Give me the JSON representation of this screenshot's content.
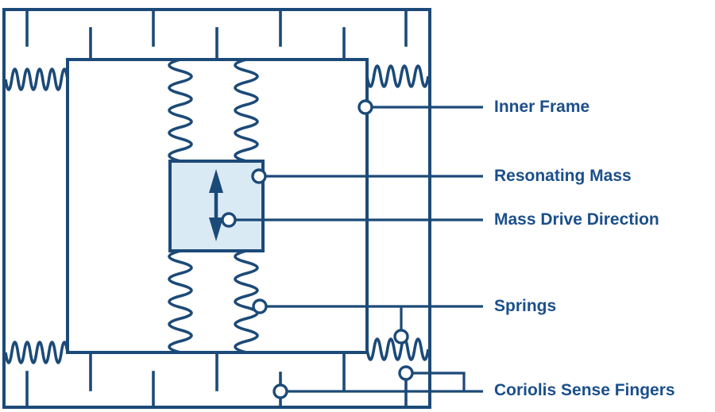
{
  "diagram": {
    "labels": [
      {
        "id": "inner-frame",
        "text": "Inner Frame"
      },
      {
        "id": "resonating-mass",
        "text": "Resonating Mass"
      },
      {
        "id": "mass-drive-direction",
        "text": "Mass Drive Direction"
      },
      {
        "id": "springs",
        "text": "Springs"
      },
      {
        "id": "coriolis-sense-fingers",
        "text": "Coriolis Sense Fingers"
      }
    ],
    "colors": {
      "line": "#1c4a78",
      "label_text": "#1b4f8a",
      "mass_fill": "#daeaf5",
      "background": "#ffffff"
    }
  }
}
